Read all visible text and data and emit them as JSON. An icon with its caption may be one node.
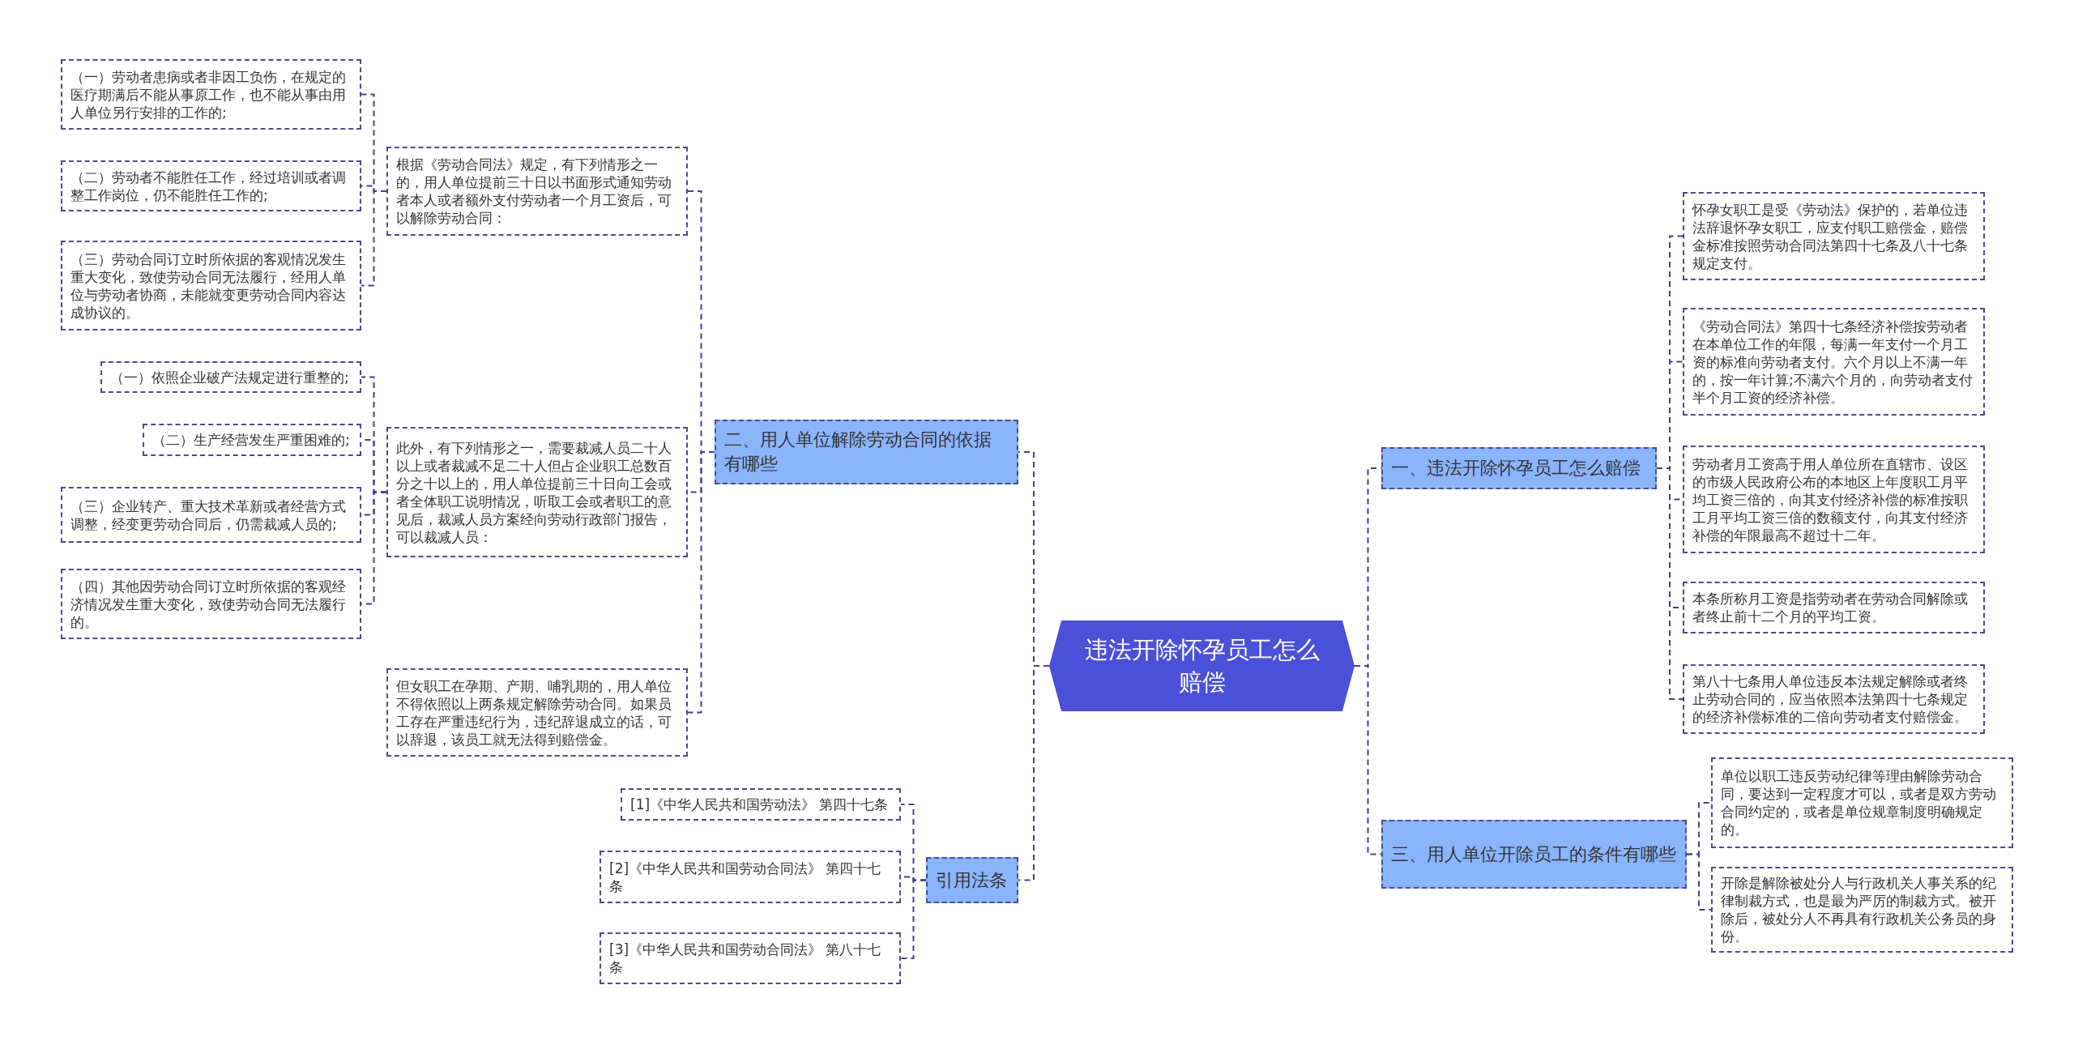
{
  "diagram": {
    "nodes": [
      {
        "text": [
          "违法开除怀孕员工怎么赔偿"
        ]
      },
      {
        "text": [
          "一、违法开除怀孕员工怎么赔偿"
        ]
      },
      {
        "text": [
          "怀孕女职工是受《劳动法》保护的，若单位违法辞退怀孕女职工，应支付职工赔偿金，赔偿金标准按照劳动合同法第四十七条及八十七条规定支付。"
        ]
      },
      {
        "text": [
          "《劳动合同法》第四十七条经济补偿按劳动者在本单位工作的年限，每满一年支付一个月工资的标准向劳动者支付。六个月以上不满一年的，按一年计算;不满六个月的，向劳动者支付半个月工资的经济补偿。"
        ]
      },
      {
        "text": [
          "劳动者月工资高于用人单位所在直辖市、设区的市级人民政府公布的本地区上年度职工月平均工资三倍的，向其支付经济补偿的标准按职工月平均工资三倍的数额支付，向其支付经济补偿的年限最高不超过十二年。"
        ]
      },
      {
        "text": [
          "本条所称月工资是指劳动者在劳动合同解除或者终止前十二个月的平均工资。"
        ]
      },
      {
        "text": [
          "第八十七条用人单位违反本法规定解除或者终止劳动合同的，应当依照本法第四十七条规定的经济补偿标准的二倍向劳动者支付赔偿金。"
        ]
      },
      {
        "text": [
          "三、用人单位开除员工的条件有哪些"
        ]
      },
      {
        "text": [
          "单位以职工违反劳动纪律等理由解除劳动合同，要达到一定程度才可以，或者是双方劳动合同约定的，或者是单位规章制度明确规定的。"
        ]
      },
      {
        "text": [
          "开除是解除被处分人与行政机关人事关系的纪律制裁方式，也是最为严厉的制裁方式。被开除后，被处分人不再具有行政机关公务员的身份。"
        ]
      },
      {
        "text": [
          "二、用人单位解除劳动合同的依据有哪些"
        ]
      },
      {
        "text": [
          "根据《劳动合同法》规定，有下列情形之一的，用人单位提前三十日以书面形式通知劳动者本人或者额外支付劳动者一个月工资后，可以解除劳动合同："
        ]
      },
      {
        "text": [
          "（一）劳动者患病或者非因工负伤，在规定的医疗期满后不能从事原工作，也不能从事由用人单位另行安排的工作的;"
        ]
      },
      {
        "text": [
          "（二）劳动者不能胜任工作，经过培训或者调整工作岗位，仍不能胜任工作的;"
        ]
      },
      {
        "text": [
          "（三）劳动合同订立时所依据的客观情况发生重大变化，致使劳动合同无法履行，经用人单位与劳动者协商，未能就变更劳动合同内容达成协议的。"
        ]
      },
      {
        "text": [
          "此外，有下列情形之一，需要裁减人员二十人以上或者裁减不足二十人但占企业职工总数百分之十以上的，用人单位提前三十日向工会或者全体职工说明情况，听取工会或者职工的意见后，裁减人员方案经向劳动行政部门报告，可以裁减人员："
        ]
      },
      {
        "text": [
          "（一）依照企业破产法规定进行重整的;"
        ]
      },
      {
        "text": [
          "（二）生产经营发生严重困难的;"
        ]
      },
      {
        "text": [
          "（三）企业转产、重大技术革新或者经营方式调整，经变更劳动合同后，仍需裁减人员的;"
        ]
      },
      {
        "text": [
          "（四）其他因劳动合同订立时所依据的客观经济情况发生重大变化，致使劳动合同无法履行的。"
        ]
      },
      {
        "text": [
          "但女职工在孕期、产期、哺乳期的，用人单位不得依照以上两条规定解除劳动合同。如果员工存在严重违纪行为，违纪辞退成立的话，可以辞退，该员工就无法得到赔偿金。"
        ]
      },
      {
        "text": [
          "引用法条"
        ]
      },
      {
        "text": [
          "[1]《中华人民共和国劳动法》 第四十七条"
        ]
      },
      {
        "text": [
          "[2]《中华人民共和国劳动合同法》 第四十七条"
        ]
      },
      {
        "text": [
          "[3]《中华人民共和国劳动合同法》 第八十七条"
        ]
      }
    ],
    "edges": [
      {
        "from": 0,
        "to": 1,
        "arrow": "none"
      },
      {
        "from": 1,
        "to": 2,
        "arrow": "none"
      },
      {
        "from": 1,
        "to": 3,
        "arrow": "none"
      },
      {
        "from": 1,
        "to": 4,
        "arrow": "none"
      },
      {
        "from": 1,
        "to": 5,
        "arrow": "none"
      },
      {
        "from": 1,
        "to": 6,
        "arrow": "none"
      },
      {
        "from": 0,
        "to": 7,
        "arrow": "none"
      },
      {
        "from": 7,
        "to": 8,
        "arrow": "none"
      },
      {
        "from": 7,
        "to": 9,
        "arrow": "none"
      },
      {
        "from": 0,
        "to": 10,
        "arrow": "none"
      },
      {
        "from": 10,
        "to": 11,
        "arrow": "none"
      },
      {
        "from": 11,
        "to": 12,
        "arrow": "none"
      },
      {
        "from": 11,
        "to": 13,
        "arrow": "none"
      },
      {
        "from": 11,
        "to": 14,
        "arrow": "none"
      },
      {
        "from": 10,
        "to": 15,
        "arrow": "none"
      },
      {
        "from": 15,
        "to": 16,
        "arrow": "none"
      },
      {
        "from": 15,
        "to": 17,
        "arrow": "none"
      },
      {
        "from": 15,
        "to": 18,
        "arrow": "none"
      },
      {
        "from": 15,
        "to": 19,
        "arrow": "none"
      },
      {
        "from": 10,
        "to": 20,
        "arrow": "none"
      },
      {
        "from": 0,
        "to": 21,
        "arrow": "none"
      },
      {
        "from": 21,
        "to": 22,
        "arrow": "none"
      },
      {
        "from": 21,
        "to": 23,
        "arrow": "none"
      },
      {
        "from": 21,
        "to": 24,
        "arrow": "none"
      }
    ]
  }
}
